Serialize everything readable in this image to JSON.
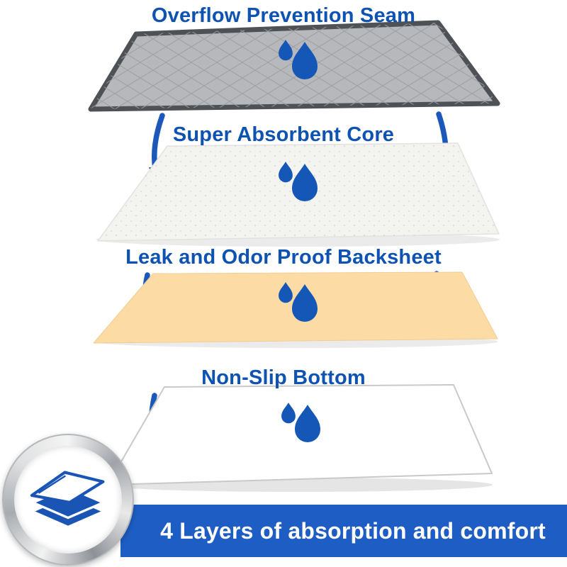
{
  "sections": [
    {
      "title": "Overflow Prevention Seam",
      "pad_color": "#b6b8bb",
      "border_color": "#4e5156",
      "icon": "water-drops-icon"
    },
    {
      "title": "Super Absorbent Core",
      "pad_color": "#f3f3f0",
      "icon": "water-drops-icon"
    },
    {
      "title": "Leak and Odor Proof Backsheet",
      "pad_color": "#fcdba4",
      "icon": "water-drops-icon"
    },
    {
      "title": "Non-Slip Bottom",
      "pad_color": "#ffffff",
      "icon": "water-drops-icon"
    }
  ],
  "banner": {
    "text": "4 Layers of absorption and comfort",
    "background": "#1e5ec4",
    "text_color": "#ffffff"
  },
  "badge": {
    "icon": "layered-sheets-icon",
    "accent_color": "#1a55b5",
    "ring_color": "#c9cbcd"
  },
  "style": {
    "title_color": "#0f53b2",
    "arrow_color": "#1b58ba",
    "drop_color": "#1457b7"
  }
}
